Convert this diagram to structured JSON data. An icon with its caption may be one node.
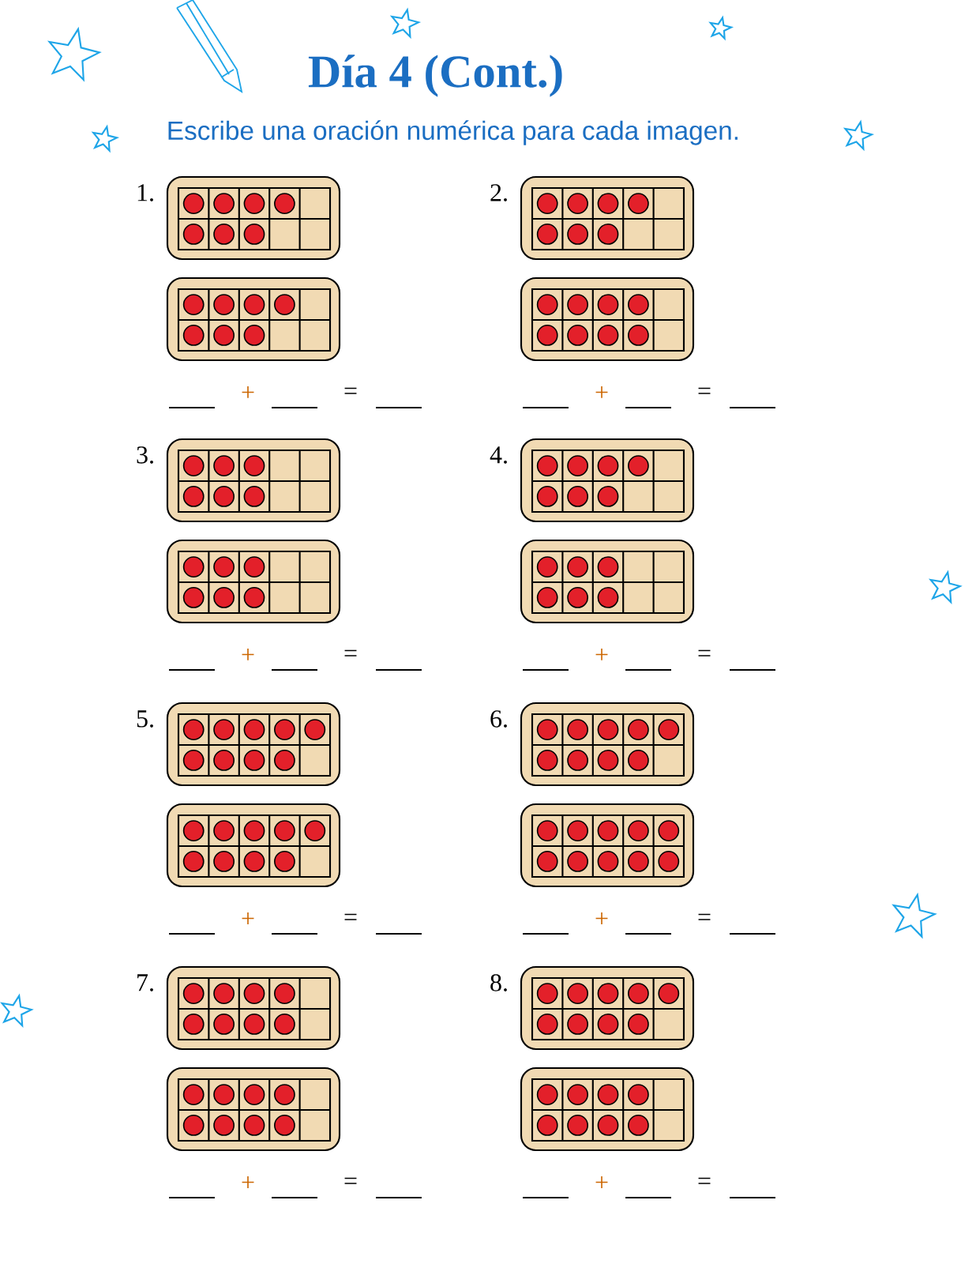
{
  "diagram": {
    "title": "Día 4 (Cont.)",
    "labels": [
      "Escribe una oración numérica para cada imagen.",
      "1.",
      "2.",
      "+",
      "=",
      "+",
      "=",
      "3.",
      "4.",
      "+",
      "=",
      "+",
      "=",
      "5.",
      "6.",
      "+",
      "=",
      "+",
      "=",
      "7.",
      "8.",
      "+",
      "=",
      "+",
      "="
    ]
  }
}
